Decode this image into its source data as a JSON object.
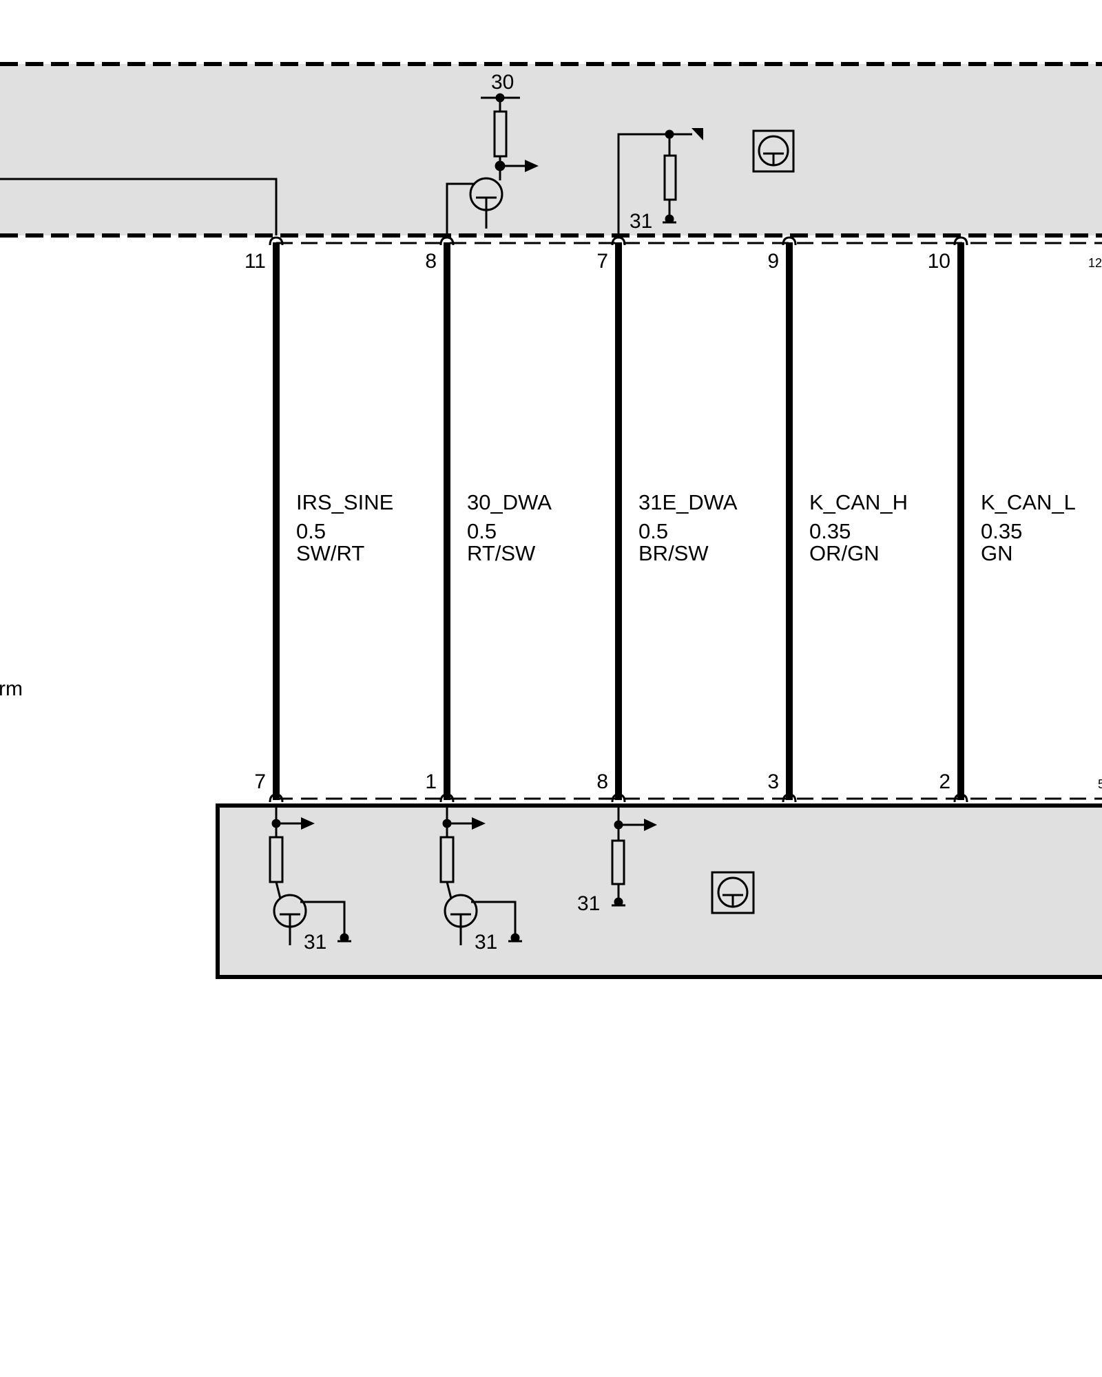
{
  "colors": {
    "module_fill": "#e0e0e0",
    "line": "#000000"
  },
  "left_fragment": "rm",
  "supply_label": "30",
  "ground_label": "31",
  "top_pin_extra": "12",
  "bottom_pin_extra": "5",
  "wires": [
    {
      "signal": "IRS_SINE",
      "cross_section": "0.5",
      "color": "SW/RT",
      "top_pin": "11",
      "bottom_pin": "7"
    },
    {
      "signal": "30_DWA",
      "cross_section": "0.5",
      "color": "RT/SW",
      "top_pin": "8",
      "bottom_pin": "1"
    },
    {
      "signal": "31E_DWA",
      "cross_section": "0.5",
      "color": "BR/SW",
      "top_pin": "7",
      "bottom_pin": "8"
    },
    {
      "signal": "K_CAN_H",
      "cross_section": "0.35",
      "color": "OR/GN",
      "top_pin": "9",
      "bottom_pin": "3"
    },
    {
      "signal": "K_CAN_L",
      "cross_section": "0.35",
      "color": "GN",
      "top_pin": "10",
      "bottom_pin": "2"
    }
  ]
}
